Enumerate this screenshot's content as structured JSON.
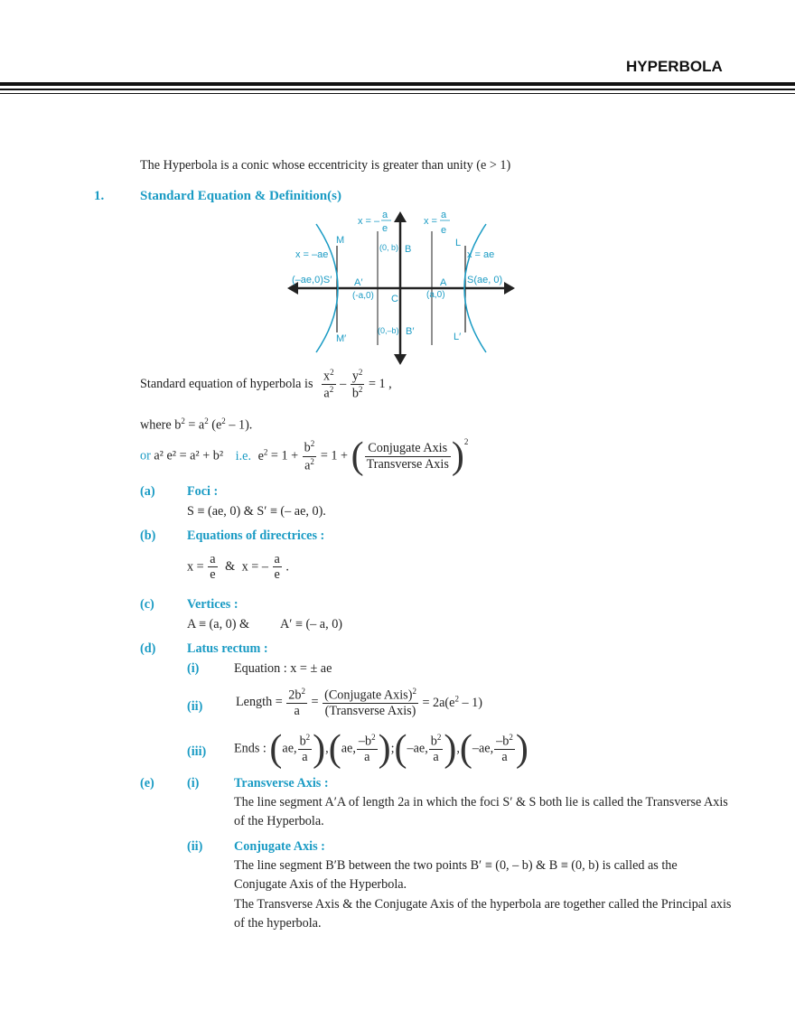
{
  "header": {
    "title": "HYPERBOLA"
  },
  "intro": "The Hyperbola is a conic whose eccentricity is greater than unity (e > 1)",
  "section": {
    "number": "1.",
    "title": "Standard Equation & Definition(s)"
  },
  "figure": {
    "labels": {
      "dir_left": "x = –",
      "dir_right": "x =",
      "a": "a",
      "e": "e",
      "M": "M",
      "M_prime": "M′",
      "L": "L",
      "L_prime": "L′",
      "x_neg_ae": "x = –ae",
      "x_ae": "x = ae",
      "B_coord": "(0, b)",
      "B": "B",
      "B_prime_coord": "(0,–b)",
      "B_prime": "B′",
      "S_prime": "(–ae,0)S′",
      "S": "S(ae, 0)",
      "A_prime": "A′",
      "A_prime_coord": "(-a,0)",
      "A": "A",
      "A_coord": "(a,0)",
      "C": "C"
    }
  },
  "std_eq": {
    "prefix": "Standard equation of hyperbola is",
    "x2": "x",
    "a2": "a",
    "y2": "y",
    "b2": "b",
    "exp": "2",
    "minus": "–",
    "rhs": "= 1 ,"
  },
  "where_line": {
    "text1": "where b",
    "text2": " = a",
    "text3": " (e",
    "text4": " – 1)."
  },
  "or_line": {
    "or": "or",
    "eq": "a² e² = a² + b²",
    "ie": "i.e.",
    "e2": "e",
    "eq1": "= 1 +",
    "b2": "b",
    "a2": "a",
    "eq2": "= 1 +",
    "conj": "Conjugate Axis",
    "trans": "Transverse Axis",
    "sq": "2"
  },
  "items": {
    "a": {
      "marker": "(a)",
      "title": "Foci :",
      "text": "S ≡ (ae, 0) &  S′ ≡ (– ae, 0)."
    },
    "b": {
      "marker": "(b)",
      "title": "Equations of directrices :",
      "x_eq": "x =",
      "a": "a",
      "e": "e",
      "amp": "&",
      "x_eq2": "x = –",
      "dot": "."
    },
    "c": {
      "marker": "(c)",
      "title": "Vertices :",
      "text1": "A ≡ (a, 0) &",
      "text2": "A′ ≡ (– a, 0)"
    },
    "d": {
      "marker": "(d)",
      "title": "Latus rectum :",
      "i": {
        "marker": "(i)",
        "text": "Equation : x = ± ae"
      },
      "ii": {
        "marker": "(ii)",
        "length": "Length =",
        "num1": "2b",
        "den1": "a",
        "eq": "=",
        "num2": "(Conjugate Axis)",
        "den2": "(Transverse Axis)",
        "rhs1": "= 2a(e",
        "rhs2": " – 1)",
        "two": "2"
      },
      "iii": {
        "marker": "(iii)",
        "ends": "Ends :",
        "ae": "ae,",
        "neg_ae": "–ae,",
        "b2": "b",
        "neg_b2": "–b",
        "a": "a",
        "comma": ",",
        "semi": ";"
      }
    },
    "e": {
      "marker": "(e)",
      "i": {
        "marker": "(i)",
        "title": "Transverse Axis :",
        "text": "The line segment A′A of length 2a in which the foci S′ & S both lie is called the Transverse Axis of the Hyperbola."
      },
      "ii": {
        "marker": "(ii)",
        "title": "Conjugate Axis :",
        "text": "The line segment B′B between the two points B′ ≡ (0, – b) & B ≡ (0, b) is called as the Conjugate Axis of the Hyperbola.",
        "text2": "The Transverse Axis & the Conjugate Axis of the hyperbola are together called the Principal axis of the hyperbola."
      }
    }
  }
}
